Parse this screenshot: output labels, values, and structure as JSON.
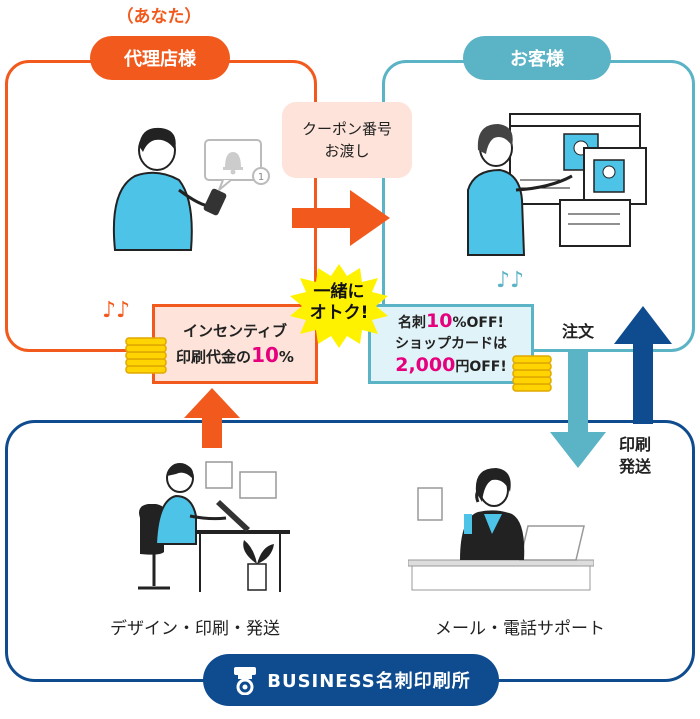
{
  "agent": {
    "anata": "（あなた）",
    "title": "代理店様",
    "color": "#f25a1d"
  },
  "customer": {
    "title": "お客様",
    "color": "#5bb3c6"
  },
  "business": {
    "title": "BUSINESS名刺印刷所",
    "color": "#0f4c8f"
  },
  "coupon": {
    "line1": "クーポン番号",
    "line2": "お渡し"
  },
  "together": {
    "line1": "一緒に",
    "line2": "オトク!"
  },
  "incentive": {
    "line1": "インセンティブ",
    "line2_prefix": "印刷代金の",
    "line2_num": "10",
    "line2_unit": "%"
  },
  "discount": {
    "l1_prefix": "名刺",
    "l1_num": "10",
    "l1_suffix": "%OFF!",
    "l2": "ショップカードは",
    "l3_num": "2,000",
    "l3_suffix": "円OFF!"
  },
  "order_label": "注文",
  "print_ship_label": {
    "line1": "印刷",
    "line2": "発送"
  },
  "design_label": "デザイン・印刷・発送",
  "support_label": "メール・電話サポート",
  "notes": "♪♪"
}
